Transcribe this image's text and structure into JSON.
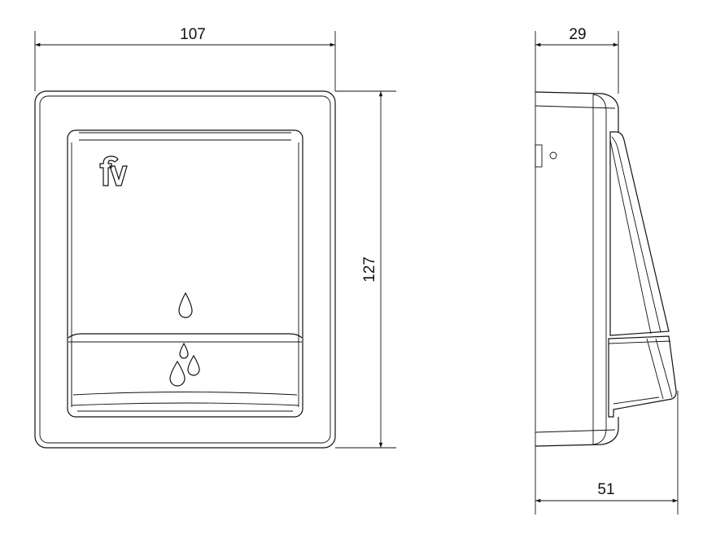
{
  "drawing": {
    "front_view": {
      "width_dimension": "107",
      "height_dimension": "127",
      "logo_text": "fv",
      "icons": [
        "single-drop-icon",
        "triple-drop-icon"
      ]
    },
    "side_view": {
      "depth_dimension": "29",
      "total_depth_dimension": "51"
    }
  }
}
